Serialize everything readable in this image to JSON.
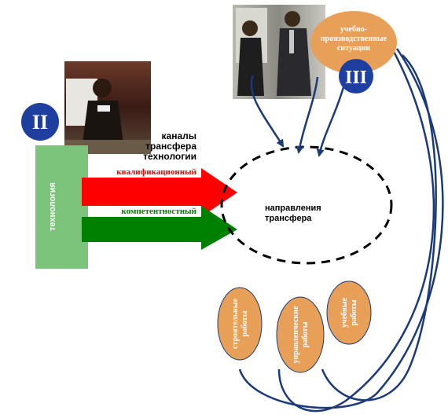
{
  "badges": {
    "left": "II",
    "right": "III"
  },
  "technology_label": "технология",
  "channels_heading": [
    "каналы",
    "трансфера",
    "технологии"
  ],
  "channels": [
    {
      "label": "квалификационный",
      "color": "#ff0000",
      "label_color": "#ff0000"
    },
    {
      "label": "компетентностный",
      "color": "#008000",
      "label_color": "#008000"
    }
  ],
  "directions_label": [
    "направления",
    "трансфера"
  ],
  "situations_label": [
    "учебно-",
    "производственные",
    "ситуации"
  ],
  "work_types": [
    {
      "label": [
        "строительные",
        "работы"
      ]
    },
    {
      "label": [
        "управленческие",
        "работы"
      ]
    },
    {
      "label": [
        "учебные",
        "работы"
      ]
    }
  ],
  "photos": [
    {
      "description_icon": "photo-presenter"
    },
    {
      "description_icon": "photo-group"
    }
  ],
  "colors": {
    "badge_bg": "#1f3fa0",
    "technology_bg": "#7cc47c",
    "oval_bg": "#e8a058",
    "connector": "#1a3a7a",
    "dashed_circle": "#000000"
  }
}
